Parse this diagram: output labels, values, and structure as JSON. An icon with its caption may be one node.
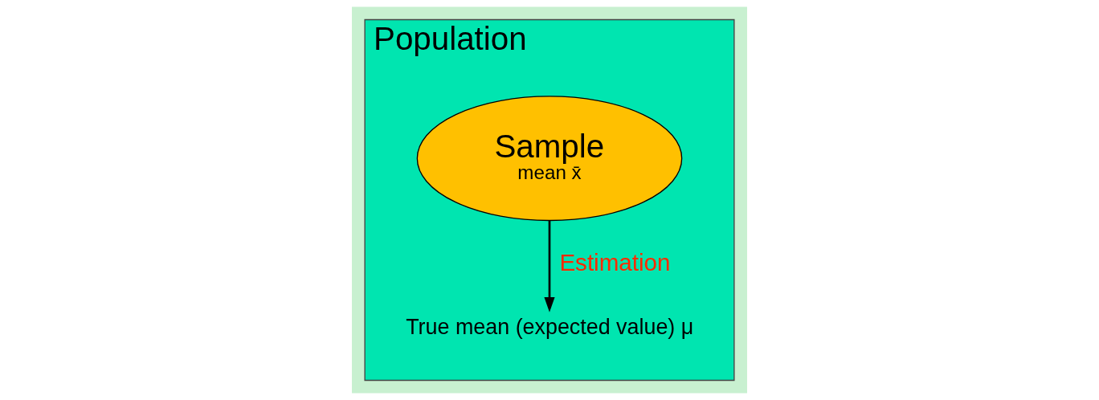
{
  "diagram": {
    "nodes": [
      {
        "text": [
          "Population"
        ]
      },
      {
        "text": [
          "Sample",
          "mean x̄"
        ],
        "in": 0
      },
      {
        "text": [
          "True mean (expected value) μ"
        ],
        "in": 0
      }
    ],
    "edges": [
      {
        "from": 1,
        "to": 2,
        "arrow": "to",
        "label": "Estimation"
      }
    ]
  }
}
